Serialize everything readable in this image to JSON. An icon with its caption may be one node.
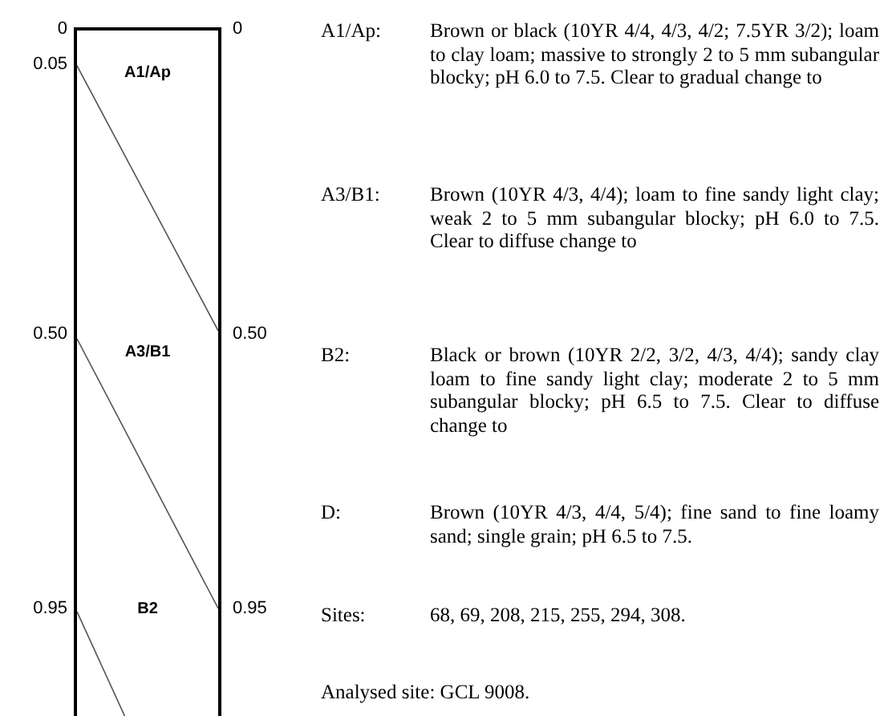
{
  "diagram": {
    "nodes": [
      {
        "text": [
          "A1/Ap",
          "A3/B1",
          "B2"
        ]
      }
    ],
    "labels": [
      "0",
      "0",
      "0.05",
      "0.50",
      "0.50",
      "0.95",
      "0.95",
      "A1/Ap:",
      "Brown or black (10YR 4/4, 4/3, 4/2; 7.5YR 3/2); loam to clay loam; massive to strongly 2 to 5 mm subangular blocky; pH 6.0 to 7.5. Clear to gradual change to",
      "A3/B1:",
      "Brown (10YR 4/3, 4/4); loam to fine sandy light clay; weak 2 to 5 mm subangular blocky; pH 6.0 to 7.5.  Clear to diffuse change to",
      "B2:",
      "Black or brown (10YR 2/2, 3/2, 4/3, 4/4); sandy clay loam to fine sandy light clay; moderate 2 to 5 mm subangular blocky; pH 6.5 to 7.5.  Clear to diffuse change to",
      "D:",
      "Brown (10YR 4/3, 4/4, 5/4); fine sand to fine loamy sand; single grain; pH 6.5 to 7.5.",
      "Sites:",
      "68, 69, 208, 215, 255, 294, 308.",
      "Analysed site:  GCL 9008."
    ]
  }
}
